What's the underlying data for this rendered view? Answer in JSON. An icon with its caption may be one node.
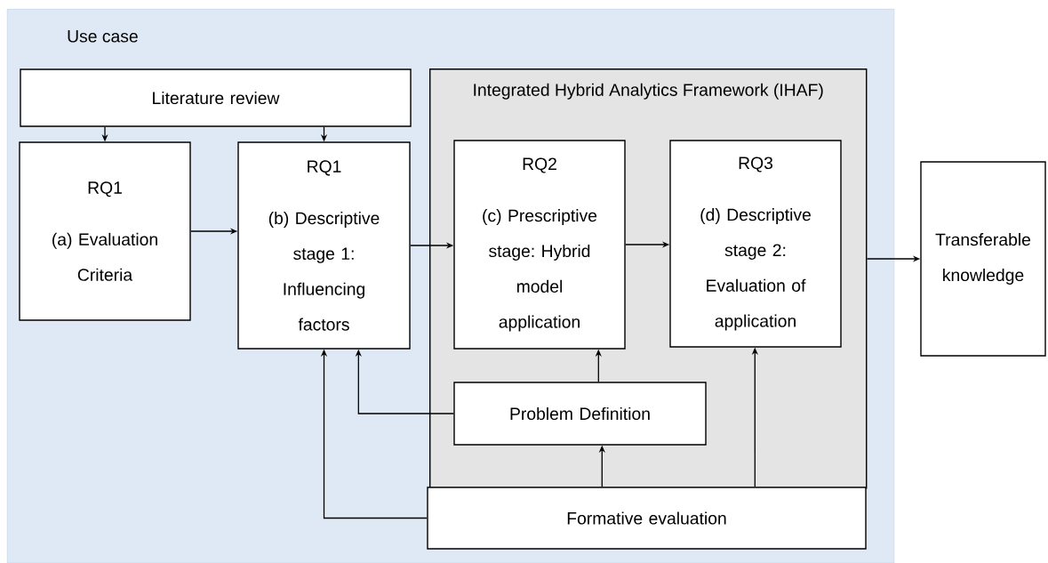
{
  "diagram": {
    "nodes": [
      {
        "text": [
          "Use case"
        ]
      },
      {
        "text": [
          "Literature review"
        ],
        "in": 0
      },
      {
        "text": [
          "RQ1",
          "(a) Evaluation Criteria"
        ],
        "in": 0
      },
      {
        "text": [
          "RQ1",
          "(b) Descriptive stage 1: Influencing factors"
        ],
        "in": 0
      },
      {
        "text": [
          "Integrated Hybrid Analytics Framework (IHAF)"
        ],
        "in": 0
      },
      {
        "text": [
          "RQ2",
          "(c) Prescriptive stage: Hybrid model application"
        ],
        "in": 4
      },
      {
        "text": [
          "RQ3",
          "(d) Descriptive stage 2: Evaluation of application"
        ],
        "in": 4
      },
      {
        "text": [
          "Transferable knowledge"
        ]
      },
      {
        "text": [
          "Problem Definition"
        ],
        "in": 4
      },
      {
        "text": [
          "Formative evaluation"
        ],
        "in": 0
      }
    ],
    "edges": [
      {
        "from": 1,
        "to": 2,
        "arrow": "to"
      },
      {
        "from": 1,
        "to": 3,
        "arrow": "to"
      },
      {
        "from": 2,
        "to": 3,
        "arrow": "to"
      },
      {
        "from": 3,
        "to": 5,
        "arrow": "to"
      },
      {
        "from": 5,
        "to": 6,
        "arrow": "to"
      },
      {
        "from": 4,
        "to": 7,
        "arrow": "to"
      },
      {
        "from": 8,
        "to": 5,
        "arrow": "to"
      },
      {
        "from": 8,
        "to": 3,
        "arrow": "to"
      },
      {
        "from": 9,
        "to": 8,
        "arrow": "to"
      },
      {
        "from": 9,
        "to": 6,
        "arrow": "to"
      },
      {
        "from": 9,
        "to": 3,
        "arrow": "to"
      }
    ]
  }
}
